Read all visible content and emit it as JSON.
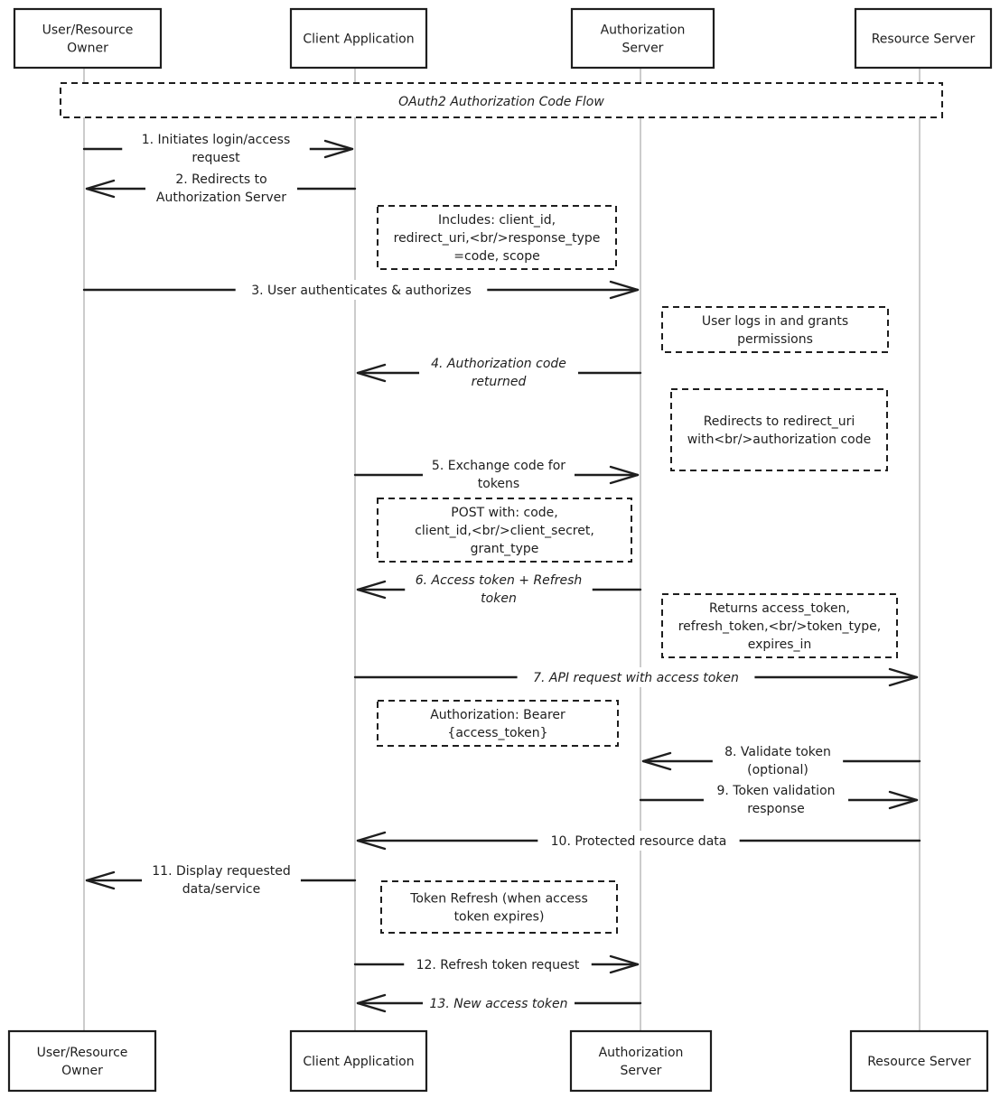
{
  "participants": [
    {
      "id": "user",
      "label_lines": [
        "User/Resource",
        "Owner"
      ]
    },
    {
      "id": "client",
      "label_lines": [
        "Client Application"
      ]
    },
    {
      "id": "auth",
      "label_lines": [
        "Authorization",
        "Server"
      ]
    },
    {
      "id": "resource",
      "label_lines": [
        "Resource Server"
      ]
    }
  ],
  "title_note": "OAuth2 Authorization Code Flow",
  "messages": [
    {
      "from": "user",
      "to": "client",
      "lines": [
        "1. Initiates login/access",
        "request"
      ]
    },
    {
      "from": "client",
      "to": "user",
      "lines": [
        "2. Redirects to",
        "Authorization Server"
      ]
    },
    {
      "from": "user",
      "to": "auth",
      "lines": [
        "3. User authenticates & authorizes"
      ]
    },
    {
      "from": "auth",
      "to": "client",
      "lines": [
        "4. Authorization code",
        "returned"
      ]
    },
    {
      "from": "client",
      "to": "auth",
      "lines": [
        "5. Exchange code for",
        "tokens"
      ]
    },
    {
      "from": "auth",
      "to": "client",
      "lines": [
        "6. Access token + Refresh",
        "token"
      ]
    },
    {
      "from": "client",
      "to": "resource",
      "lines": [
        "7. API request with access token"
      ]
    },
    {
      "from": "resource",
      "to": "auth",
      "lines": [
        "8. Validate token",
        "(optional)"
      ]
    },
    {
      "from": "auth",
      "to": "resource",
      "lines": [
        "9. Token validation",
        "response"
      ]
    },
    {
      "from": "resource",
      "to": "client",
      "lines": [
        "10. Protected resource data"
      ]
    },
    {
      "from": "client",
      "to": "user",
      "lines": [
        "11. Display requested",
        "data/service"
      ]
    },
    {
      "from": "client",
      "to": "auth",
      "lines": [
        "12. Refresh token request"
      ]
    },
    {
      "from": "auth",
      "to": "client",
      "lines": [
        "13. New access token"
      ]
    }
  ],
  "notes": [
    {
      "lines": [
        "Includes: client_id,",
        "redirect_uri,<br/>response_type",
        "=code, scope"
      ]
    },
    {
      "lines": [
        "User logs in and grants",
        "permissions"
      ]
    },
    {
      "lines": [
        "Redirects to redirect_uri",
        "with<br/>authorization code"
      ]
    },
    {
      "lines": [
        "POST with: code,",
        "client_id,<br/>client_secret,",
        "grant_type"
      ]
    },
    {
      "lines": [
        "Returns access_token,",
        "refresh_token,<br/>token_type,",
        "expires_in"
      ]
    },
    {
      "lines": [
        "Authorization: Bearer",
        "{access_token}"
      ]
    },
    {
      "lines": [
        "Token Refresh (when access",
        "token expires)"
      ]
    }
  ]
}
